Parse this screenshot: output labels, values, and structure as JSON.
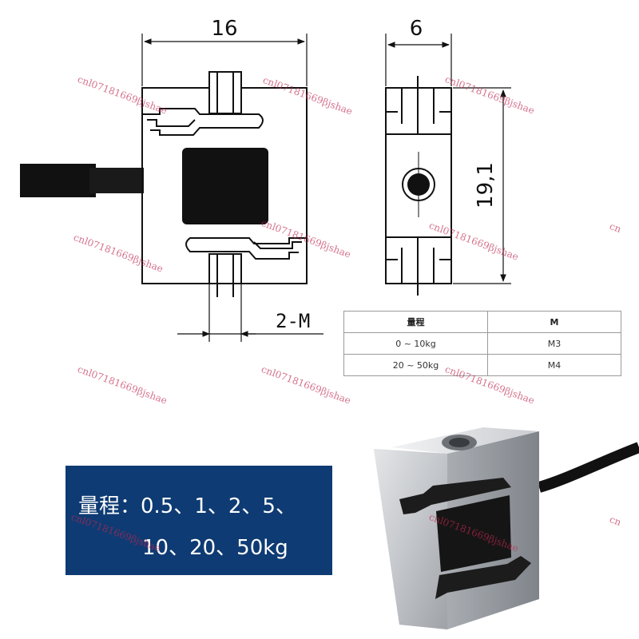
{
  "dimensions": {
    "width": "16",
    "depth": "6",
    "height": "19,1",
    "thread": "2-M"
  },
  "spec_table": {
    "headers": [
      "量程",
      "M"
    ],
    "rows": [
      {
        "range": "0 ~ 10kg",
        "thread": "M3"
      },
      {
        "range": "20 ~ 50kg",
        "thread": "M4"
      }
    ]
  },
  "range_banner": {
    "line1": "量程：0.5、1、2、5、",
    "line2": "10、20、50kg"
  },
  "watermarks": {
    "text": "cnl07181669βjshae",
    "short": "cn"
  },
  "colors": {
    "banner_bg": "#0e3b73",
    "line": "#111111",
    "watermark": "#be2850"
  }
}
